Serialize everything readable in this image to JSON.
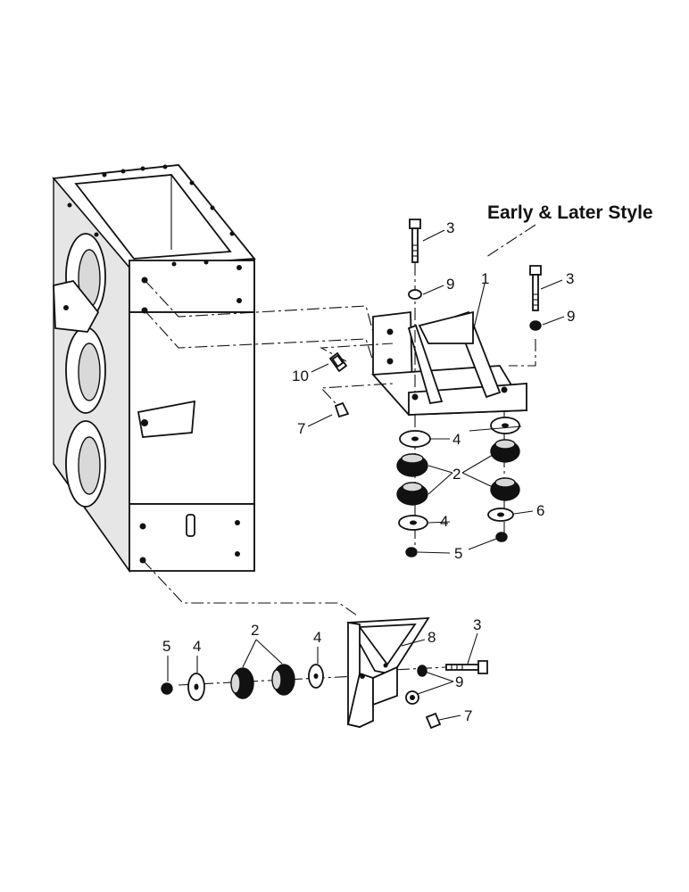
{
  "heading": "Early & Later Style",
  "callouts": {
    "c1": "1",
    "c2a": "2",
    "c2b": "2",
    "c3a": "3",
    "c3b": "3",
    "c3c": "3",
    "c4a": "4",
    "c4b": "4",
    "c4c": "4",
    "c4d": "4",
    "c5a": "5",
    "c5b": "5",
    "c6": "6",
    "c7a": "7",
    "c7b": "7",
    "c8": "8",
    "c9a": "9",
    "c9b": "9",
    "c9c": "9",
    "c10": "10"
  }
}
